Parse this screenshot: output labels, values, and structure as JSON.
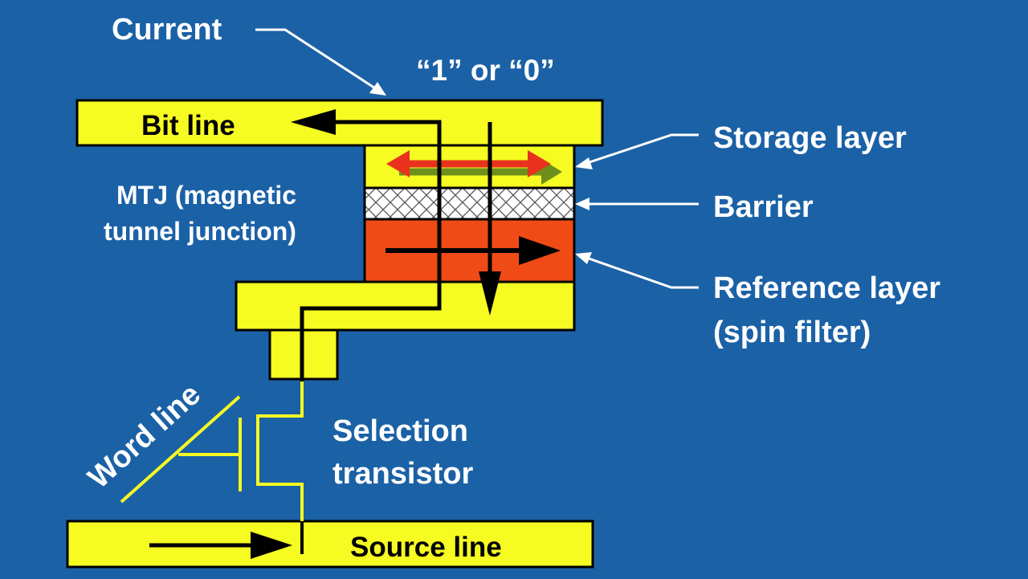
{
  "colors": {
    "background": "#1b61a6",
    "yellow": "#f6fb22",
    "reference_layer": "#f04b16",
    "storage_arrow": "#e8321e",
    "storage_arrow_shadow": "#6f8f1c",
    "barrier": "#ffffff",
    "line": "#000000",
    "label_white": "#ffffff"
  },
  "labels": {
    "current": "Current",
    "state": "“1” or “0”",
    "bit_line": "Bit line",
    "storage_layer": "Storage layer",
    "barrier": "Barrier",
    "mtj_line1": "MTJ (magnetic",
    "mtj_line2": "tunnel junction)",
    "reference_line1": "Reference layer",
    "reference_line2": "(spin filter)",
    "word_line": "Word line",
    "selection_line1": "Selection",
    "selection_line2": "transistor",
    "source_line": "Source line"
  },
  "icons": {
    "current_path": "arrow-right-angle",
    "read_path": "arrow-down",
    "storage_magnetization": "double-headed-arrow",
    "reference_magnetization": "arrow-right"
  }
}
